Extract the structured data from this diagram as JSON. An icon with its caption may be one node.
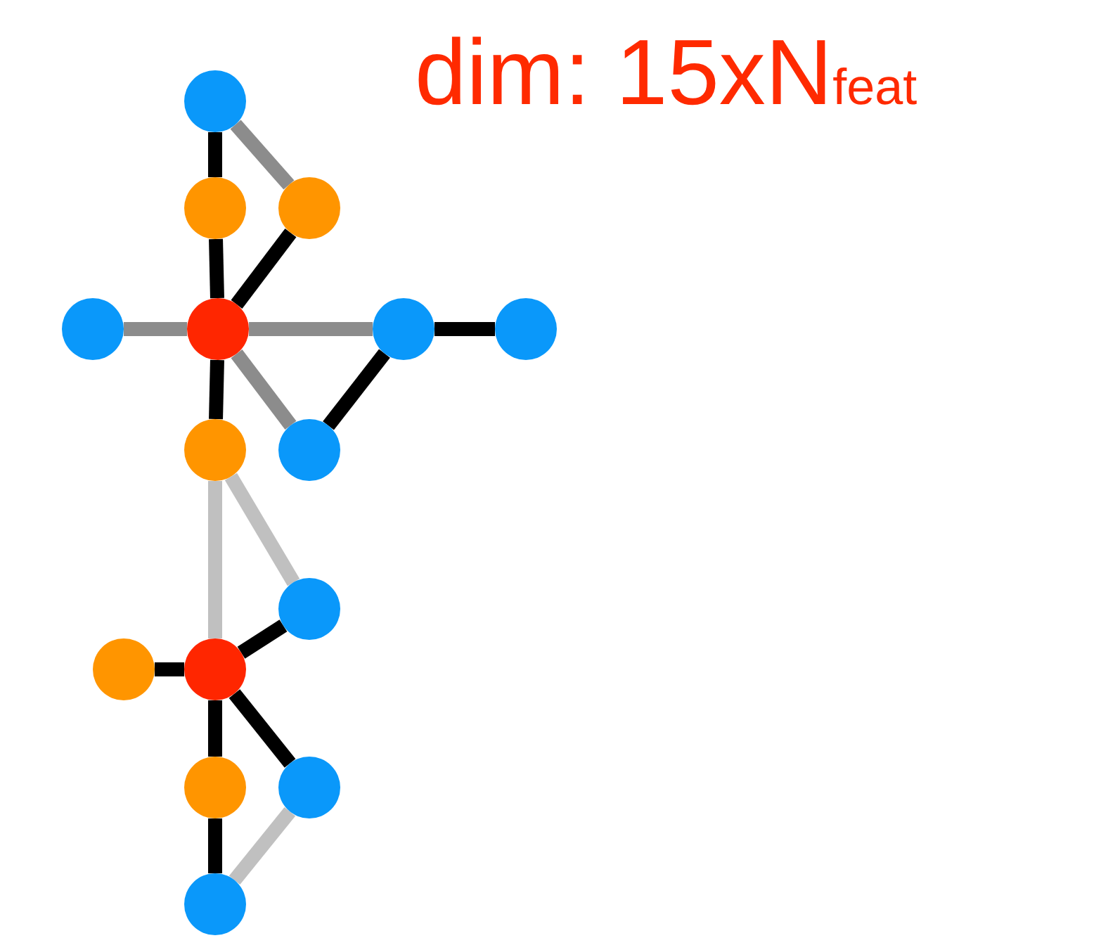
{
  "diagram": {
    "nodes": [
      {
        "text": [],
        "shape": "circle"
      },
      {
        "text": [],
        "shape": "circle"
      },
      {
        "text": [],
        "shape": "circle"
      },
      {
        "text": [],
        "shape": "circle"
      },
      {
        "text": [],
        "shape": "circle"
      },
      {
        "text": [],
        "shape": "circle"
      },
      {
        "text": [],
        "shape": "circle"
      },
      {
        "text": [],
        "shape": "circle"
      },
      {
        "text": [],
        "shape": "circle"
      },
      {
        "text": [],
        "shape": "circle"
      },
      {
        "text": [],
        "shape": "circle"
      },
      {
        "text": [],
        "shape": "circle"
      },
      {
        "text": [],
        "shape": "circle"
      },
      {
        "text": [],
        "shape": "circle"
      },
      {
        "text": [],
        "shape": "circle"
      }
    ],
    "edges": [
      {
        "from": 0,
        "to": 1,
        "arrow": "none"
      },
      {
        "from": 0,
        "to": 2,
        "arrow": "none",
        "color": "#8c8c8c"
      },
      {
        "from": 1,
        "to": 4,
        "arrow": "none"
      },
      {
        "from": 2,
        "to": 4,
        "arrow": "none"
      },
      {
        "from": 3,
        "to": 4,
        "arrow": "none",
        "color": "#8c8c8c"
      },
      {
        "from": 4,
        "to": 5,
        "arrow": "none",
        "color": "#8c8c8c"
      },
      {
        "from": 5,
        "to": 6,
        "arrow": "none"
      },
      {
        "from": 4,
        "to": 8,
        "arrow": "none",
        "color": "#8c8c8c"
      },
      {
        "from": 8,
        "to": 5,
        "arrow": "none"
      },
      {
        "from": 4,
        "to": 7,
        "arrow": "none"
      },
      {
        "from": 7,
        "to": 11,
        "arrow": "none",
        "color": "#c0c0c0"
      },
      {
        "from": 7,
        "to": 9,
        "arrow": "none",
        "color": "#c0c0c0"
      },
      {
        "from": 9,
        "to": 11,
        "arrow": "none"
      },
      {
        "from": 10,
        "to": 11,
        "arrow": "none"
      },
      {
        "from": 11,
        "to": 12,
        "arrow": "none"
      },
      {
        "from": 11,
        "to": 13,
        "arrow": "none"
      },
      {
        "from": 12,
        "to": 14,
        "arrow": "none"
      },
      {
        "from": 13,
        "to": 14,
        "arrow": "none",
        "color": "#c0c0c0"
      }
    ],
    "labels": [
      "dim: 15xN$_{feat}$"
    ]
  }
}
